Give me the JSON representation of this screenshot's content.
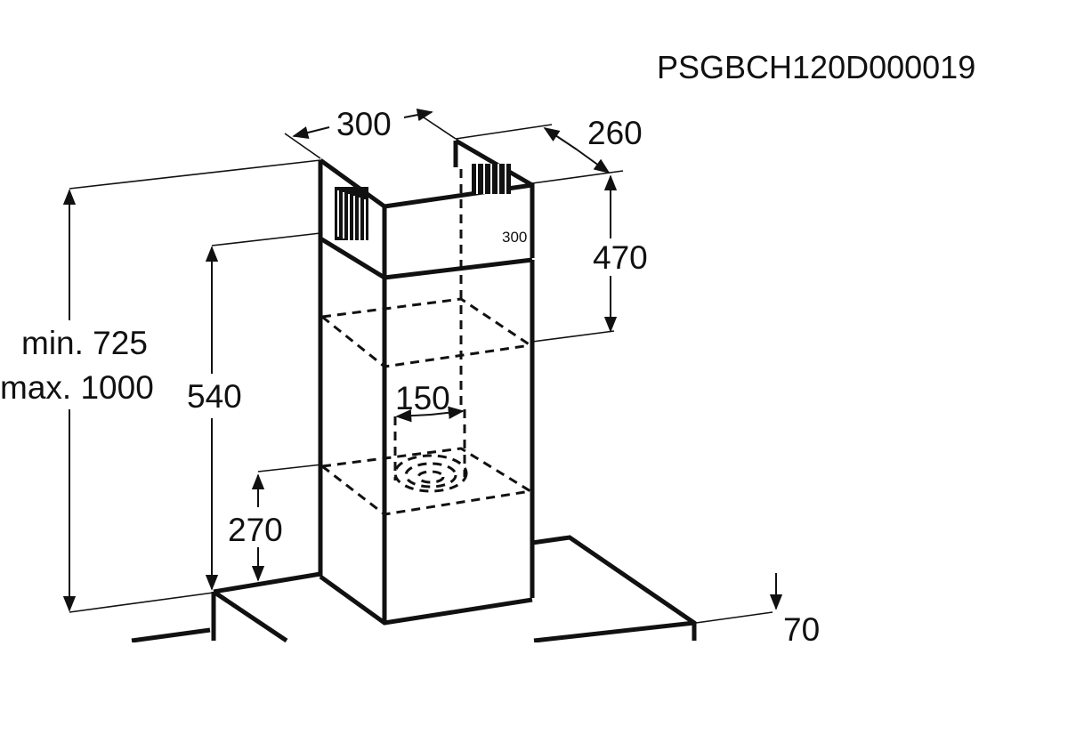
{
  "diagram": {
    "code": "PSGBCH120D000019",
    "dimensions": {
      "top_width": "300",
      "top_depth": "260",
      "inner_width": "300",
      "upper_height": "470",
      "height_range_min": "min. 725",
      "height_range_max": "max. 1000",
      "lower_height": "540",
      "outlet_diameter": "150",
      "outlet_height": "270",
      "hood_thickness": "70"
    }
  }
}
